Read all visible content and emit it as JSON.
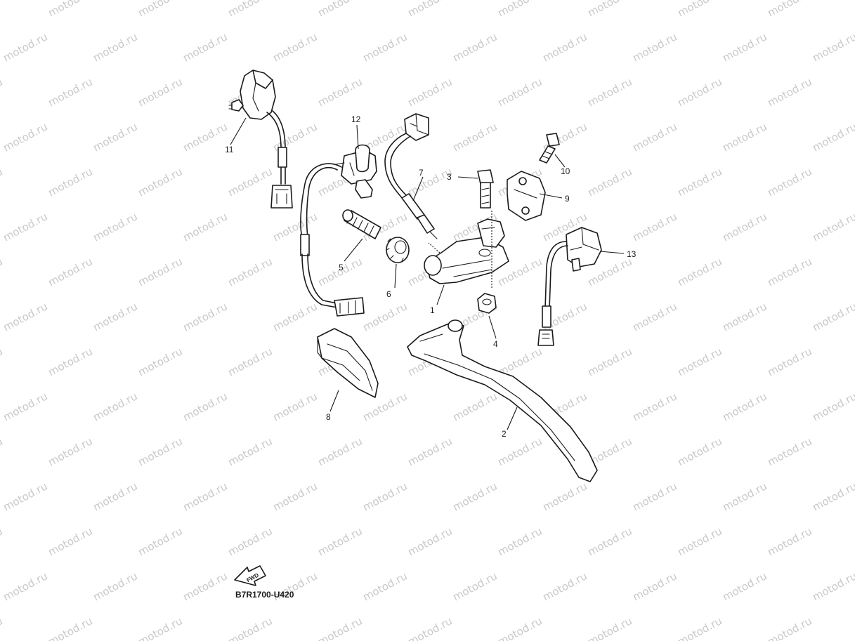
{
  "watermark": "motod.ru",
  "diagram_code": "B7R1700-U420",
  "fwd_label": "FWD",
  "callouts": [
    "1",
    "2",
    "3",
    "4",
    "5",
    "6",
    "7",
    "8",
    "9",
    "10",
    "11",
    "12",
    "13"
  ]
}
